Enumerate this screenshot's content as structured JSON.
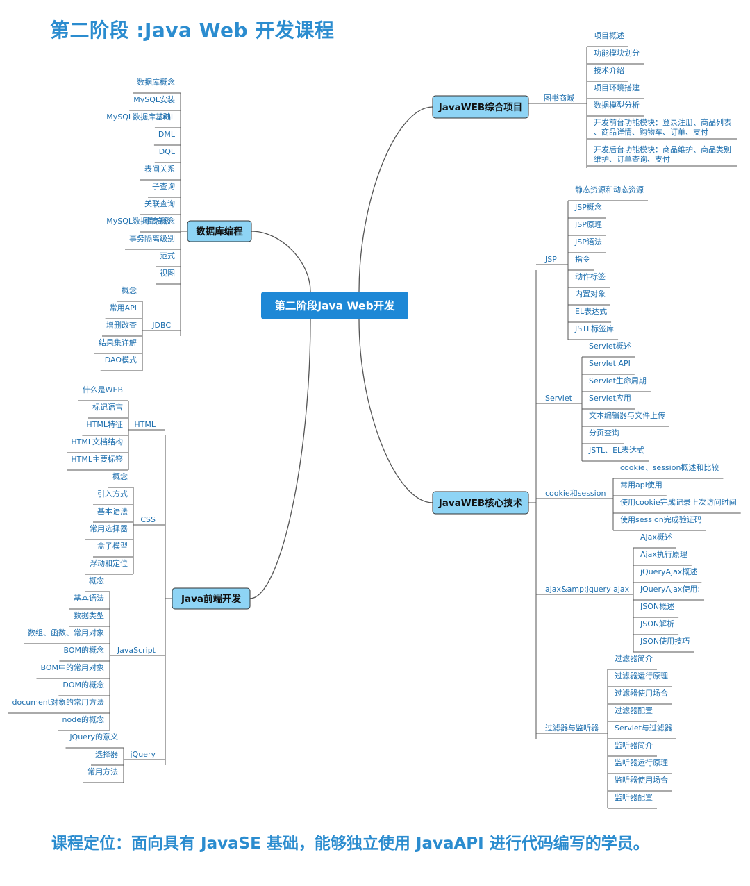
{
  "page_title": "第二阶段 :Java Web 开发课程",
  "center_node": "第二阶段Java Web开发",
  "branches": [
    {
      "label": "数据库编程",
      "groups": [
        {
          "label": "MySQL数据库基础",
          "items": [
            "数据库概念",
            "MySQL安装",
            "DDL",
            "DML",
            "DQL"
          ]
        },
        {
          "label": "MySQL数据库高级",
          "items": [
            "表间关系",
            "子查询",
            "关联查询",
            "事务概念",
            "事务隔离级别",
            "范式",
            "视图"
          ]
        },
        {
          "label": "JDBC",
          "items": [
            "概念",
            "常用API",
            "增删改查",
            "结果集详解",
            "DAO模式"
          ]
        }
      ]
    },
    {
      "label": "Java前端开发",
      "groups": [
        {
          "label": "HTML",
          "items": [
            "什么是WEB",
            "标记语言",
            "HTML特征",
            "HTML文档结构",
            "HTML主要标签"
          ]
        },
        {
          "label": "CSS",
          "items": [
            "概念",
            "引入方式",
            "基本语法",
            "常用选择器",
            "盒子模型",
            "浮动和定位"
          ]
        },
        {
          "label": "JavaScript",
          "items": [
            "概念",
            "基本语法",
            "数据类型",
            "数组、函数、常用对象",
            "BOM的概念",
            "BOM中的常用对象",
            "DOM的概念",
            "document对象的常用方法",
            "node的概念"
          ]
        },
        {
          "label": "jQuery",
          "items": [
            "jQuery的意义",
            "选择器",
            "常用方法"
          ]
        }
      ]
    },
    {
      "label": "JavaWEB综合项目",
      "groups": [
        {
          "label": "图书商城",
          "items": [
            "项目概述",
            "功能模块划分",
            "技术介绍",
            "项目环境搭建",
            "数据模型分析",
            "开发前台功能模块：登录注册、商品列表、商品详情、购物车、订单、支付",
            "开发后台功能模块：商品维护、商品类别维护、订单查询、支付"
          ]
        }
      ]
    },
    {
      "label": "JavaWEB核心技术",
      "groups": [
        {
          "label": "JSP",
          "items": [
            "静态资源和动态资源",
            "JSP概念",
            "JSP原理",
            "JSP语法",
            "指令",
            "动作标签",
            "内置对象",
            "EL表达式",
            "JSTL标签库"
          ]
        },
        {
          "label": "Servlet",
          "items": [
            "Servlet概述",
            "Servlet API",
            "Servlet生命周期",
            "Servlet应用",
            "文本编辑器与文件上传",
            "分页查询",
            "JSTL、EL表达式"
          ]
        },
        {
          "label": "cookie和session",
          "items": [
            "cookie、session概述和比较",
            "常用api使用",
            "使用cookie完成记录上次访问时间",
            "使用session完成验证码"
          ]
        },
        {
          "label": "ajax&amp;jquery ajax",
          "items": [
            "Ajax概述",
            "Ajax执行原理",
            "jQueryAjax概述",
            "jQueryAjax使用;",
            "JSON概述",
            "JSON解析",
            "JSON使用技巧"
          ]
        },
        {
          "label": "过滤器与监听器",
          "items": [
            "过滤器简介",
            "过滤器运行原理",
            "过滤器使用场合",
            "过滤器配置",
            "Servlet与过滤器",
            "监听器简介",
            "监听器运行原理",
            "监听器使用场合",
            "监听器配置"
          ]
        }
      ]
    }
  ],
  "footer": "课程定位：面向具有 JavaSE 基础，能够独立使用 JavaAPI 进行代码编写的学员。",
  "colors": {
    "title": "#2b8ccf",
    "center_fill": "#1e88d6",
    "branch_fill": "#8ed4f5",
    "leaf_text": "#1e6fae",
    "line": "#555555"
  }
}
